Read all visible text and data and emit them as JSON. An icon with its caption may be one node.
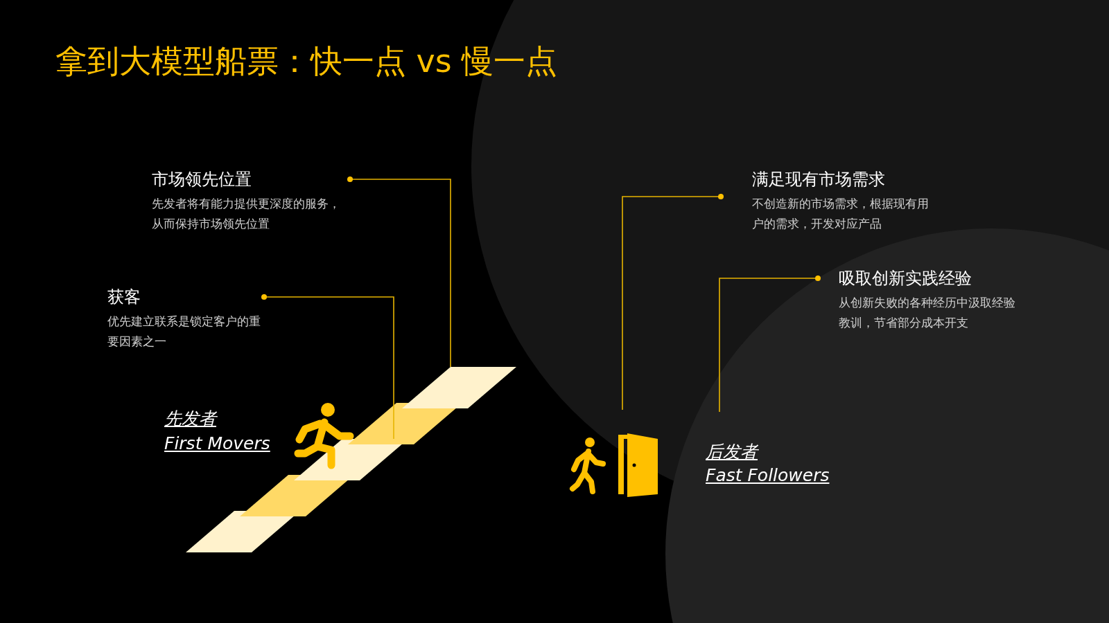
{
  "diagram": {
    "title": "拿到大模型船票：快一点 vs 慢一点",
    "nodes": [
      {
        "text": [
          "市场领先位置",
          "先发者将有能力提供更深度的服务，从而保持市场领先位置"
        ]
      },
      {
        "text": [
          "获客",
          "优先建立联系是锁定客户的重要因素之一"
        ]
      },
      {
        "text": [
          "满足现有市场需求",
          "不创造新的市场需求，根据现有用户的需求，开发对应产品"
        ]
      },
      {
        "text": [
          "吸取创新实践经验",
          "从创新失败的各种经历中汲取经验教训，节省部分成本开支"
        ]
      },
      {
        "text": [],
        "shape": "picture"
      }
    ],
    "edges": [
      {
        "from": 0,
        "to": 4,
        "arrow": "other"
      },
      {
        "from": 1,
        "to": 4,
        "arrow": "other"
      },
      {
        "from": 2,
        "to": null,
        "arrow": "other"
      },
      {
        "from": 3,
        "to": null,
        "arrow": "other"
      }
    ],
    "labels": [
      "先发者",
      "First Movers",
      "后发者",
      "Fast Followers"
    ]
  }
}
